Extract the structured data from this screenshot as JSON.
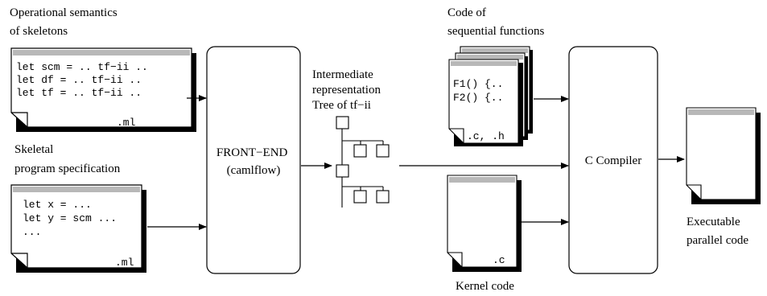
{
  "labels": {
    "operational_semantics": [
      "Operational semantics",
      "of skeletons"
    ],
    "skeletal_spec": [
      "Skeletal",
      "program specification"
    ],
    "frontend": [
      "FRONT−END",
      "(camlflow)"
    ],
    "intermediate": [
      "Intermediate",
      "representation",
      "Tree of tf−ii"
    ],
    "code_sequential": [
      "Code of",
      "sequential functions"
    ],
    "kernel_code": "Kernel code",
    "c_compiler": "C Compiler",
    "executable": [
      "Executable",
      "parallel code"
    ]
  },
  "files": {
    "semantics_lines": [
      "let scm = .. tf−ii ..",
      "let df = .. tf−ii ..",
      "let tf = .. tf−ii .."
    ],
    "semantics_ext": ".ml",
    "spec_lines": [
      "let x = ...",
      "let y = scm ...",
      "..."
    ],
    "spec_ext": ".ml",
    "sequential_lines": [
      "F1() {..",
      "F2() {.."
    ],
    "sequential_ext": ".c, .h",
    "kernel_ext": ".c"
  },
  "colors": {
    "stroke": "#000000",
    "titlebar": "#b8b8b8",
    "paper": "#ffffff"
  }
}
